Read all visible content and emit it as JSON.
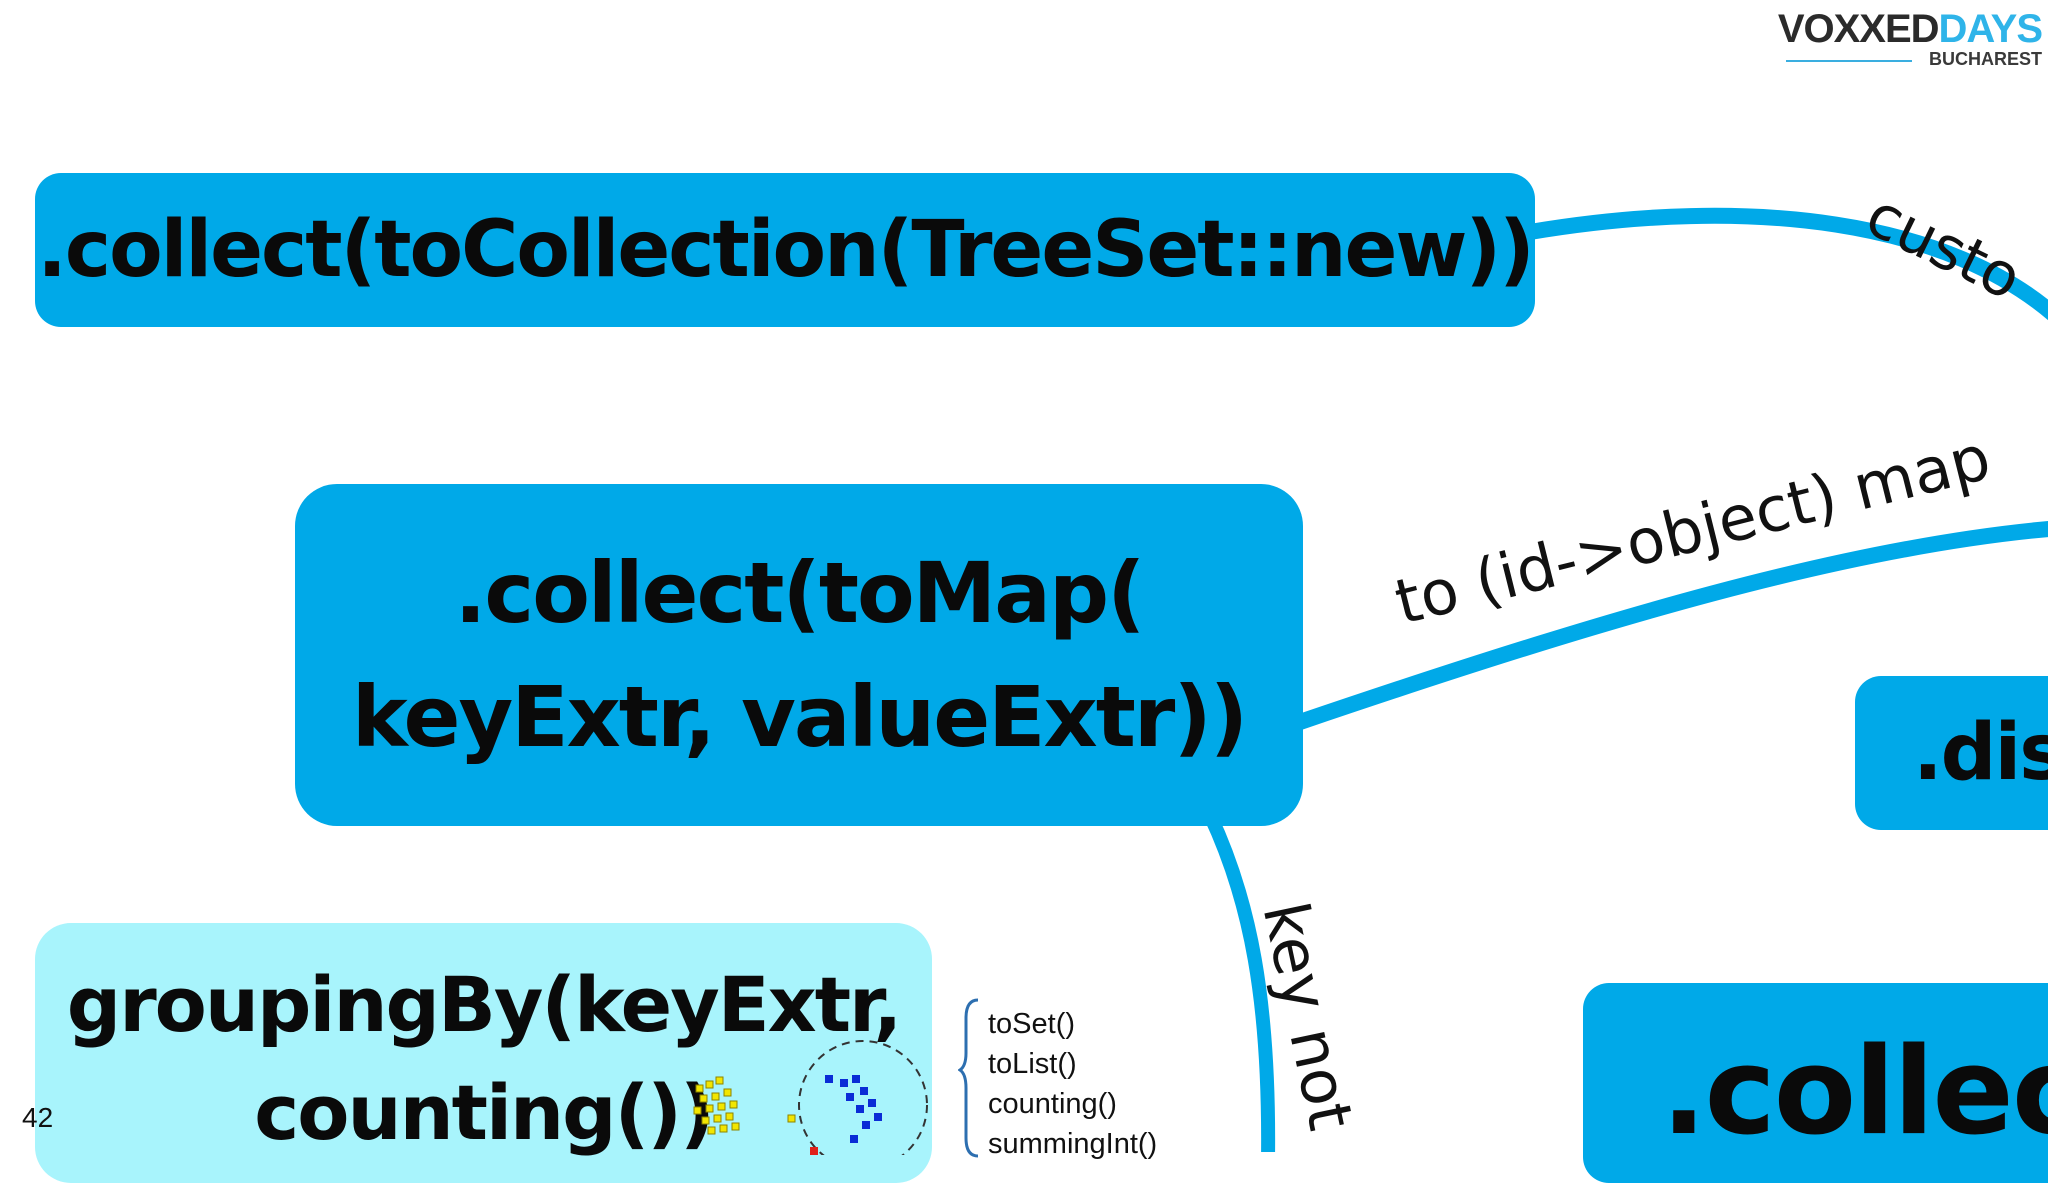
{
  "logo": {
    "part1": "VOXXED",
    "part2": "DAYS",
    "city": "BUCHAREST"
  },
  "nodes": {
    "to_collection": ".collect(toCollection(TreeSet::new))",
    "to_map_line1": ".collect(toMap(",
    "to_map_line2": "keyExtr, valueExtr))",
    "grouping_line1": "groupingBy(keyExtr,",
    "grouping_line2": "counting())",
    "distinct_partial": ".dis",
    "collect_partial": ".collect"
  },
  "edges": {
    "custom_partial": "custo",
    "id_object_map": "to (id->object) map",
    "key_not_partial": "key not"
  },
  "sublist": [
    "toSet()",
    "toList()",
    "counting()",
    "summingInt()"
  ],
  "page_number": "42",
  "colors": {
    "primary": "#00A9E8",
    "light": "#A8F4FC",
    "logo_dark": "#2b2b2b",
    "logo_blue": "#2fb4e9"
  }
}
